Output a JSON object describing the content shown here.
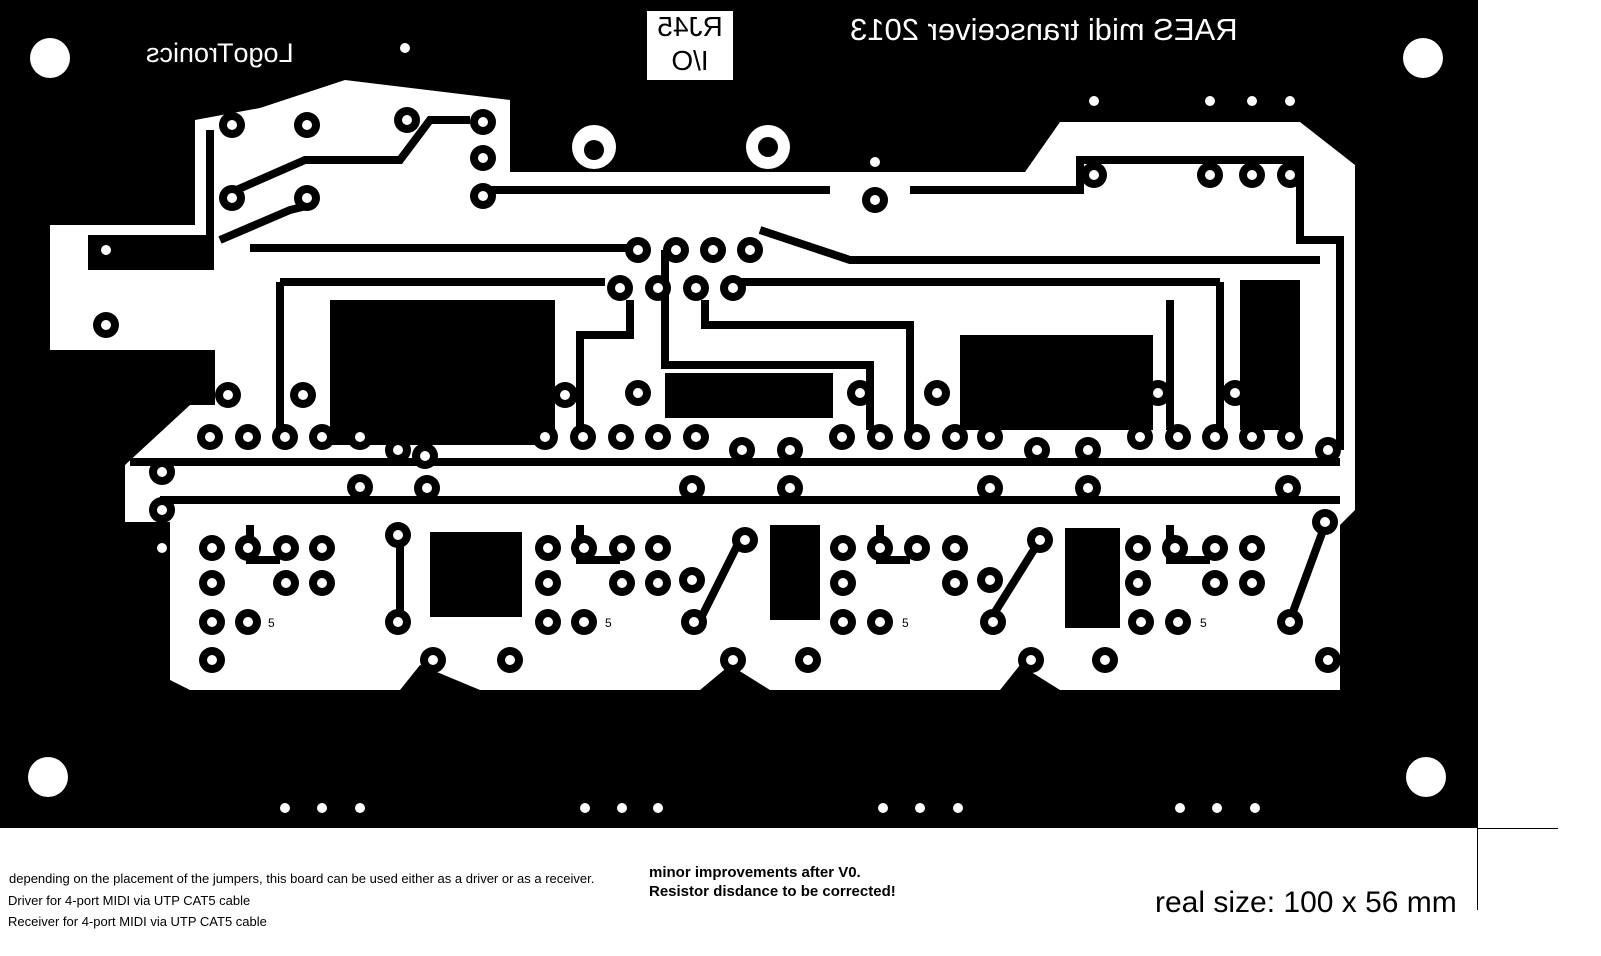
{
  "board": {
    "title": "RAES midi transceiver 2013",
    "brand": "LogoTronics",
    "connector_line1": "RJ45",
    "connector_line2": "I/O",
    "pad_label": "5",
    "colors": {
      "copper": "#ffffff",
      "substrate": "#000000"
    }
  },
  "notes": {
    "line1": "depending on the placement of the jumpers, this board can be used either as a driver or as a receiver.",
    "line2": "Driver for 4-port MIDI via UTP CAT5 cable",
    "line3": "Receiver for 4-port MIDI via UTP CAT5 cable",
    "improvements1": "minor improvements after V0.",
    "improvements2": "Resistor disdance to be corrected!",
    "real_size": "real size: 100 x 56 mm"
  }
}
